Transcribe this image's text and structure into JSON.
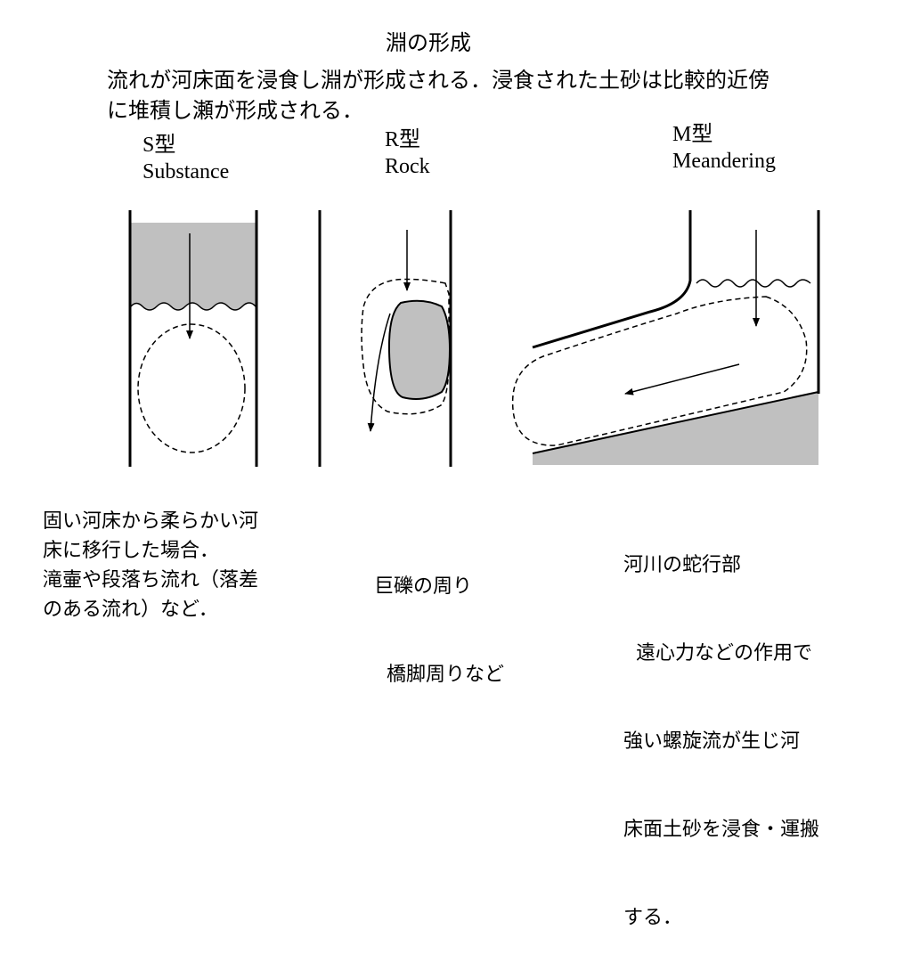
{
  "title": "淵の形成",
  "intro": {
    "line1": "流れが河床面を浸食し淵が形成される．浸食された土砂は比較的近傍",
    "line2": "に堆積し瀬が形成される．"
  },
  "types": {
    "s": {
      "label": "S型",
      "name": "Substance",
      "caption": [
        "固い河床から柔らかい河",
        "床に移行した場合．",
        "滝壷や段落ち流れ（落差",
        "のある流れ）など．"
      ]
    },
    "r": {
      "label": "R型",
      "name": "Rock",
      "caption": [
        "巨礫の周り",
        "  橋脚周りなど"
      ]
    },
    "m": {
      "label": "M型",
      "name": "Meandering",
      "caption": [
        "河川の蛇行部",
        "  遠心力などの作用で",
        "強い螺旋流が生じ河",
        "床面土砂を浸食・運搬",
        "する．"
      ]
    }
  },
  "colors": {
    "fill": "#c0c0c0",
    "line": "#000000",
    "background": "#ffffff"
  }
}
